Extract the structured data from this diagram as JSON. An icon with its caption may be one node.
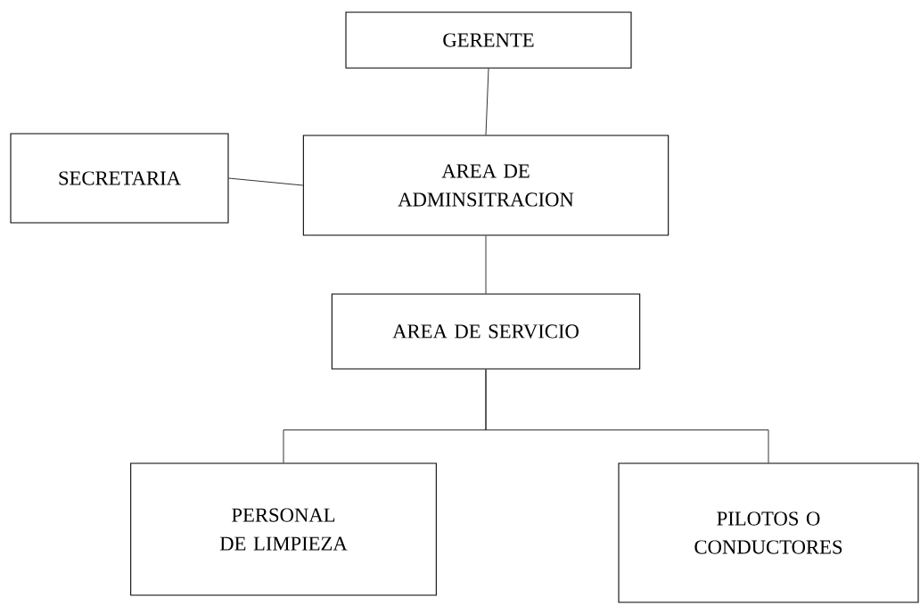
{
  "diagram": {
    "nodes": [
      {
        "text": [
          "GERENTE"
        ]
      },
      {
        "text": [
          "SECRETARIA"
        ]
      },
      {
        "text": [
          "AREA DE ADMINSITRACION"
        ]
      },
      {
        "text": [
          "AREA DE SERVICIO"
        ]
      },
      {
        "text": [
          "PERSONAL DE LIMPIEZA"
        ]
      },
      {
        "text": [
          "PILOTOS O CONDUCTORES"
        ]
      }
    ],
    "edges": [
      {
        "from": 0,
        "to": 2,
        "arrow": "none"
      },
      {
        "from": 1,
        "to": 2,
        "arrow": "none"
      },
      {
        "from": 2,
        "to": 3,
        "arrow": "none"
      },
      {
        "from": 3,
        "to": 4,
        "arrow": "none"
      },
      {
        "from": 3,
        "to": 5,
        "arrow": "none"
      }
    ]
  }
}
